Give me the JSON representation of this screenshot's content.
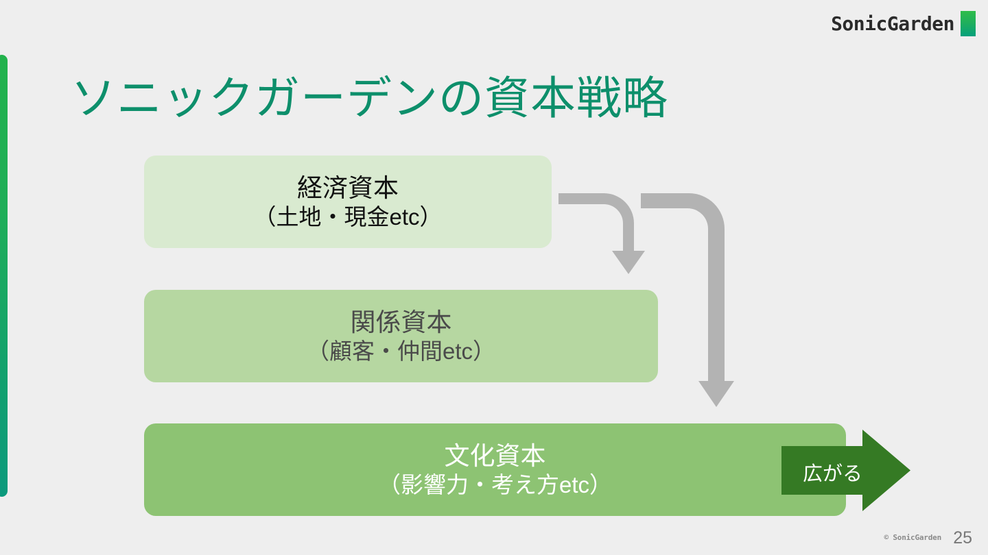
{
  "slide": {
    "page_number": "25",
    "copyright": "© SonicGarden",
    "background_color": "#eeeeee"
  },
  "logo": {
    "text": "SonicGarden",
    "mark_color_top": "#2fbd4a",
    "mark_color_bottom": "#06a07c"
  },
  "title": {
    "text": "ソニックガーデンの資本戦略",
    "color": "#0d8f6b"
  },
  "diagram": {
    "boxes": [
      {
        "id": "economic",
        "main": "経済資本",
        "sub": "（土地・現金etc）",
        "fill": "#d9ead0",
        "text_color": "#111111"
      },
      {
        "id": "relational",
        "main": "関係資本",
        "sub": "（顧客・仲間etc）",
        "fill": "#b6d7a1",
        "text_color": "#4a4a4a"
      },
      {
        "id": "cultural",
        "main": "文化資本",
        "sub": "（影響力・考え方etc）",
        "fill": "#8dc373",
        "text_color": "#ffffff"
      }
    ],
    "flow_arrow_color": "#b3b3b3",
    "spread_arrow": {
      "label": "広がる",
      "fill": "#357a24",
      "text_color": "#ffffff"
    }
  },
  "accent_bar": {
    "color_top": "#22b24c",
    "color_bottom": "#0b9a7d"
  }
}
